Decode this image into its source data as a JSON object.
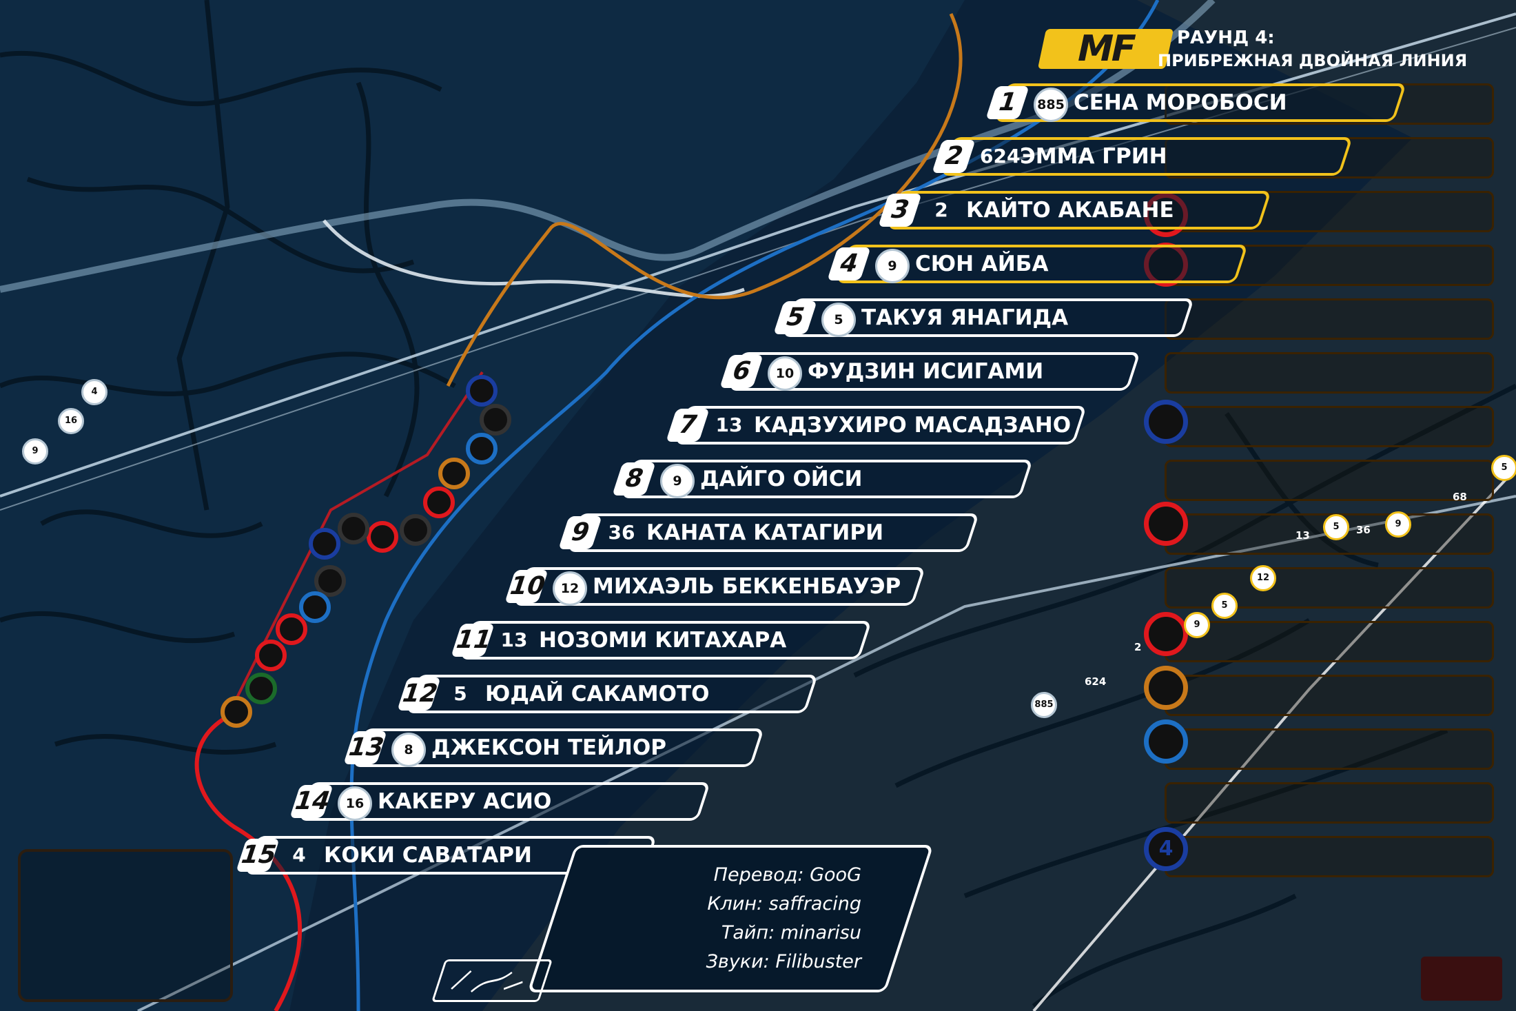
{
  "header": {
    "logo": "MF",
    "round": "РАУНД 4:",
    "line": "ПРИБРЕЖНАЯ ДВОЙНАЯ ЛИНИЯ"
  },
  "standings": [
    {
      "pos": "1",
      "num": "885",
      "name": "СЕНА МОРОБОСИ"
    },
    {
      "pos": "2",
      "num": "624",
      "name": "ЭММА ГРИН"
    },
    {
      "pos": "3",
      "num": "2",
      "name": "КАЙТО АКАБАНЕ"
    },
    {
      "pos": "4",
      "num": "9",
      "name": "СЮН АЙБА"
    },
    {
      "pos": "5",
      "num": "5",
      "name": "ТАКУЯ ЯНАГИДА"
    },
    {
      "pos": "6",
      "num": "10",
      "name": "ФУДЗИН ИСИГАМИ"
    },
    {
      "pos": "7",
      "num": "13",
      "name": "КАДЗУХИРО МАСАДЗАНО"
    },
    {
      "pos": "8",
      "num": "9",
      "name": "ДАЙГО ОЙСИ"
    },
    {
      "pos": "9",
      "num": "36",
      "name": "КАНАТА КАТАГИРИ"
    },
    {
      "pos": "10",
      "num": "12",
      "name": "МИХАЭЛЬ БЕККЕНБАУЭР"
    },
    {
      "pos": "11",
      "num": "13",
      "name": "НОЗОМИ КИТАХАРА"
    },
    {
      "pos": "12",
      "num": "5",
      "name": "ЮДАЙ САКАМОТО"
    },
    {
      "pos": "13",
      "num": "8",
      "name": "ДЖЕКСОН ТЕЙЛОР"
    },
    {
      "pos": "14",
      "num": "16",
      "name": "КАКЕРУ АСИО"
    },
    {
      "pos": "15",
      "num": "4",
      "name": "КОКИ САВАТАРИ"
    }
  ],
  "credits": {
    "translation": "Перевод: GooG",
    "cleaning": "Клин: saffracing",
    "typesetting": "Тайп: minarisu",
    "sounds": "Звуки: Filibuster"
  },
  "map_tags": {
    "t885": "885",
    "t624": "624",
    "t2": "2",
    "t13": "13",
    "t36": "36",
    "t68": "68",
    "t4": "4",
    "t9": "9",
    "t5": "5",
    "t12": "12",
    "t16": "16"
  },
  "markers": {
    "big4": "4"
  },
  "colors": {
    "background": "#0b2138",
    "highlight": "#f2c21b",
    "route_red": "#e0181d",
    "route_blue": "#1d6fc4",
    "route_orange": "#c8791a"
  }
}
